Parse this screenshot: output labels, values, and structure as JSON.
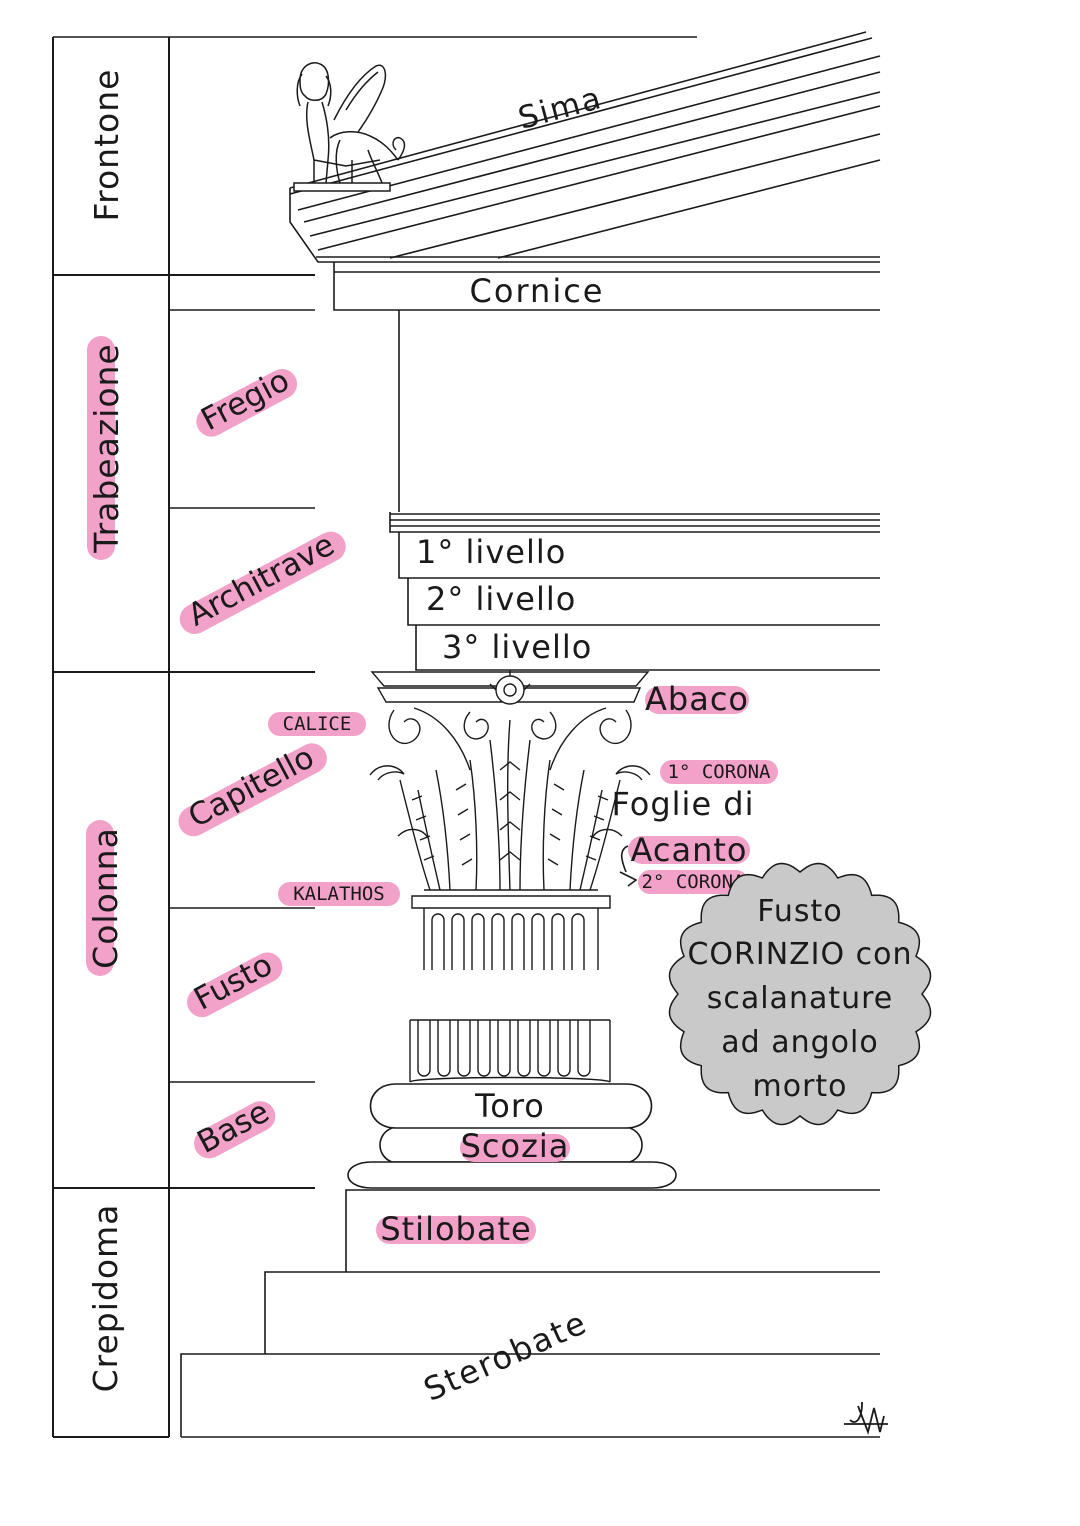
{
  "colors": {
    "highlight": "#f2a2c8",
    "badge_fill": "#c9c9c9",
    "line": "#1a1a1a"
  },
  "sections": {
    "frontone": "Frontone",
    "trabeazione": "Trabeazione",
    "colonna": "Colonna",
    "crepidoma": "Crepidoma"
  },
  "subsections": {
    "fregio": "Fregio",
    "architrave": "Architrave",
    "capitello": "Capitello",
    "fusto": "Fusto",
    "base": "Base"
  },
  "labels": {
    "sima": "Sima",
    "cornice": "Cornice",
    "livello_1": "1° livello",
    "livello_2": "2° livello",
    "livello_3": "3° livello",
    "abaco": "Abaco",
    "calice": "CALICE",
    "kalathos": "KALATHOS",
    "corona_1": "1° CORONA",
    "foglie_di": "Foglie di",
    "acanto": "Acanto",
    "corona_2": "2° CORONA",
    "toro": "Toro",
    "scozia": "Scozia",
    "stilobate": "Stilobate",
    "sterobate": "Sterobate",
    "signature": "JM"
  },
  "badge": {
    "lines": [
      "Fusto",
      "CORINZIO con",
      "scalanature",
      "ad angolo",
      "morto"
    ]
  },
  "icons": {
    "sphinx": "sphinx-acroterion-icon",
    "capital": "corinthian-capital-icon",
    "signature": "signature-mark"
  }
}
